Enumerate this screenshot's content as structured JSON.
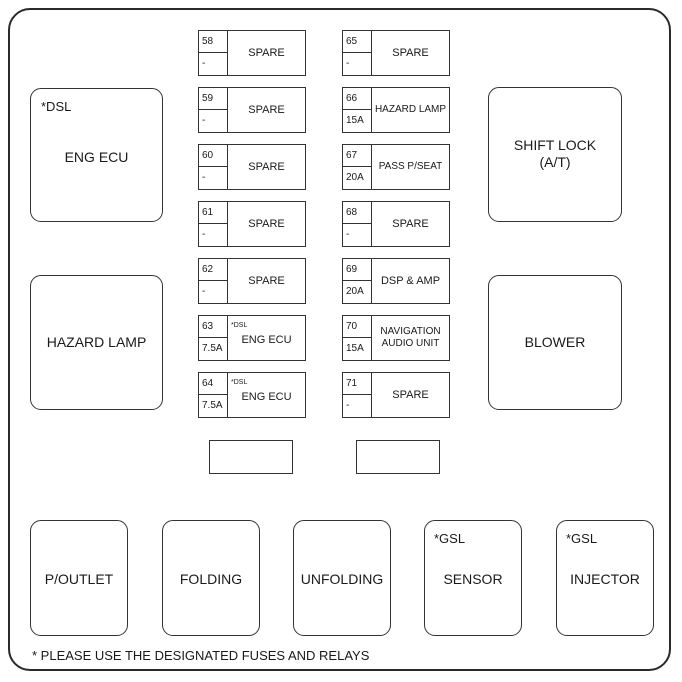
{
  "relays_side": {
    "eng_ecu": {
      "note": "*DSL",
      "label": "ENG ECU"
    },
    "hazard_lamp": {
      "label": "HAZARD LAMP"
    },
    "shift_lock": {
      "line1": "SHIFT LOCK",
      "line2": "(A/T)"
    },
    "blower": {
      "label": "BLOWER"
    }
  },
  "fuses_left": [
    {
      "num": "58",
      "amp": "-",
      "name": "SPARE",
      "note": ""
    },
    {
      "num": "59",
      "amp": "-",
      "name": "SPARE",
      "note": ""
    },
    {
      "num": "60",
      "amp": "-",
      "name": "SPARE",
      "note": ""
    },
    {
      "num": "61",
      "amp": "-",
      "name": "SPARE",
      "note": ""
    },
    {
      "num": "62",
      "amp": "-",
      "name": "SPARE",
      "note": ""
    },
    {
      "num": "63",
      "amp": "7.5A",
      "name": "ENG ECU",
      "note": "*DSL"
    },
    {
      "num": "64",
      "amp": "7.5A",
      "name": "ENG ECU",
      "note": "*DSL"
    }
  ],
  "fuses_right": [
    {
      "num": "65",
      "amp": "-",
      "name": "SPARE",
      "name2": ""
    },
    {
      "num": "66",
      "amp": "15A",
      "name": "HAZARD LAMP",
      "name2": ""
    },
    {
      "num": "67",
      "amp": "20A",
      "name": "PASS P/SEAT",
      "name2": ""
    },
    {
      "num": "68",
      "amp": "-",
      "name": "SPARE",
      "name2": ""
    },
    {
      "num": "69",
      "amp": "20A",
      "name": "DSP & AMP",
      "name2": ""
    },
    {
      "num": "70",
      "amp": "15A",
      "name": "NAVIGATION",
      "name2": "AUDIO UNIT"
    },
    {
      "num": "71",
      "amp": "-",
      "name": "SPARE",
      "name2": ""
    }
  ],
  "relays_bottom": [
    {
      "note": "",
      "label": "P/OUTLET"
    },
    {
      "note": "",
      "label": "FOLDING"
    },
    {
      "note": "",
      "label": "UNFOLDING"
    },
    {
      "note": "*GSL",
      "label": "SENSOR"
    },
    {
      "note": "*GSL",
      "label": "INJECTOR"
    }
  ],
  "footnote": "* PLEASE USE THE DESIGNATED FUSES AND RELAYS"
}
